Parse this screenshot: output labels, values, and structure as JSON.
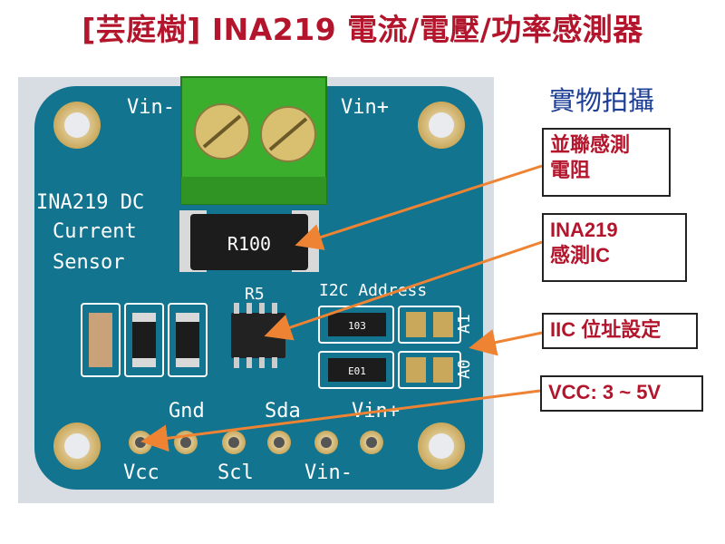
{
  "title": "[芸庭樹] INA219 電流/電壓/功率感測器",
  "photo_label": "實物拍攝",
  "colors": {
    "title": "#b3162c",
    "callout_text": "#b3162c",
    "photo_label": "#1c3e94",
    "arrow": "#ee8433",
    "board": "#12748f",
    "terminal": "#3cae2e"
  },
  "board": {
    "silk_title": [
      "INA219 DC",
      "Current",
      "Sensor"
    ],
    "vin_minus_top": "Vin-",
    "vin_plus_top": "Vin+",
    "resistor_code": "R100",
    "r5": "R5",
    "i2c_address": "I2C Address",
    "resistor_103": "103",
    "resistor_e01": "E01",
    "a1": "A1",
    "a0": "A0",
    "pins_top": [
      "Gnd",
      "Sda",
      "Vin+"
    ],
    "pins_bottom": [
      "Vcc",
      "Scl",
      "Vin-"
    ]
  },
  "callouts": [
    {
      "lines": [
        "並聯感測",
        "電阻"
      ]
    },
    {
      "lines": [
        "INA219",
        "感測IC"
      ]
    },
    {
      "lines": [
        "IIC 位址設定"
      ]
    },
    {
      "lines": [
        "VCC: 3 ~ 5V"
      ]
    }
  ]
}
